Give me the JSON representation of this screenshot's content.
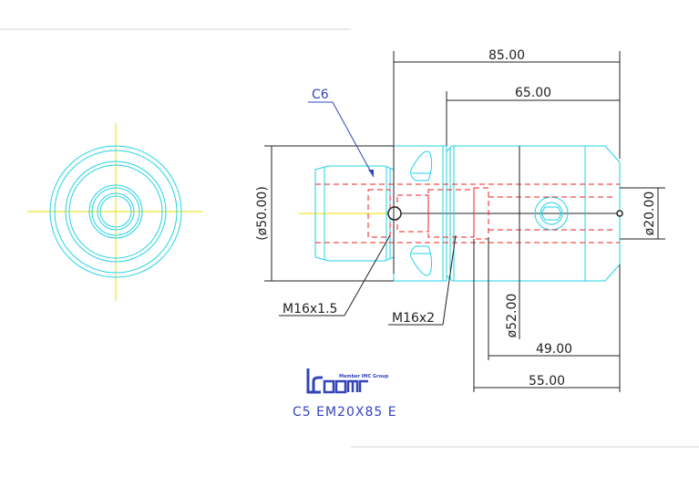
{
  "drawing": {
    "dimensions": {
      "overall_length": "85.00",
      "body_length": "65.00",
      "nose_diameter": "(ø50.00)",
      "shank_diameter": "ø20.00",
      "body_diameter": "ø52.00",
      "length_49": "49.00",
      "length_55": "55.00"
    },
    "callouts": {
      "c6": "C6",
      "thread_1": "M16x1.5",
      "thread_2": "M16x2"
    },
    "logo": {
      "tagline": "Member IMC Group"
    },
    "product_code": "C5 EM20X85 E"
  },
  "colors": {
    "outline": "#22d3e6",
    "hidden": "#ee2222",
    "centerline": "#e8e000",
    "dimension": "#222222",
    "callout": "#3344bb"
  }
}
